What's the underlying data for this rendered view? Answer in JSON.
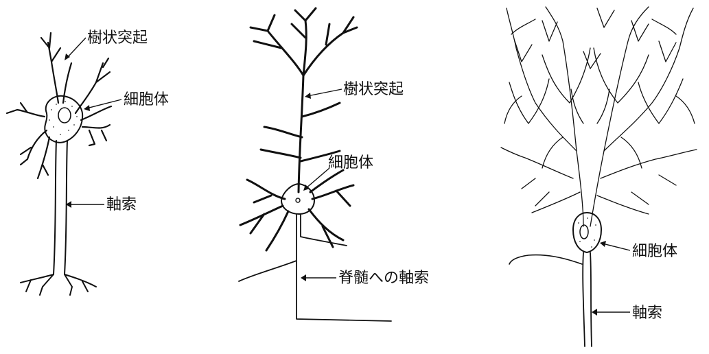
{
  "panels": [
    {
      "labels": {
        "dendrite": "樹状突起",
        "cell_body": "細胞体",
        "axon": "軸索"
      }
    },
    {
      "labels": {
        "dendrite": "樹状突起",
        "cell_body": "細胞体",
        "axon": "脊髄への軸索"
      }
    },
    {
      "labels": {
        "cell_body": "細胞体",
        "axon": "軸索"
      }
    }
  ]
}
